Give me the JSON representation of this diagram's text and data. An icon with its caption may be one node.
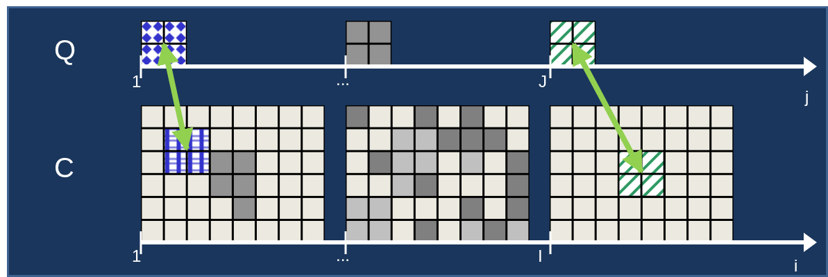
{
  "diagram": {
    "nodes": [
      {
        "text": [],
        "shape": "box"
      },
      {
        "text": [],
        "shape": "box"
      },
      {
        "text": [],
        "shape": "box"
      },
      {
        "text": [],
        "shape": "box"
      },
      {
        "text": [],
        "shape": "box"
      },
      {
        "text": [],
        "shape": "box"
      },
      {
        "text": [],
        "shape": "box",
        "in": 3
      },
      {
        "text": [],
        "shape": "box",
        "in": 5
      }
    ],
    "edges": [
      {
        "from": 0,
        "to": 6,
        "arrow": "both"
      },
      {
        "from": 2,
        "to": 7,
        "arrow": "both"
      }
    ],
    "labels": [
      "Q",
      "1",
      "...",
      "J",
      "j",
      "C",
      "1",
      "...",
      "I",
      "i"
    ]
  }
}
